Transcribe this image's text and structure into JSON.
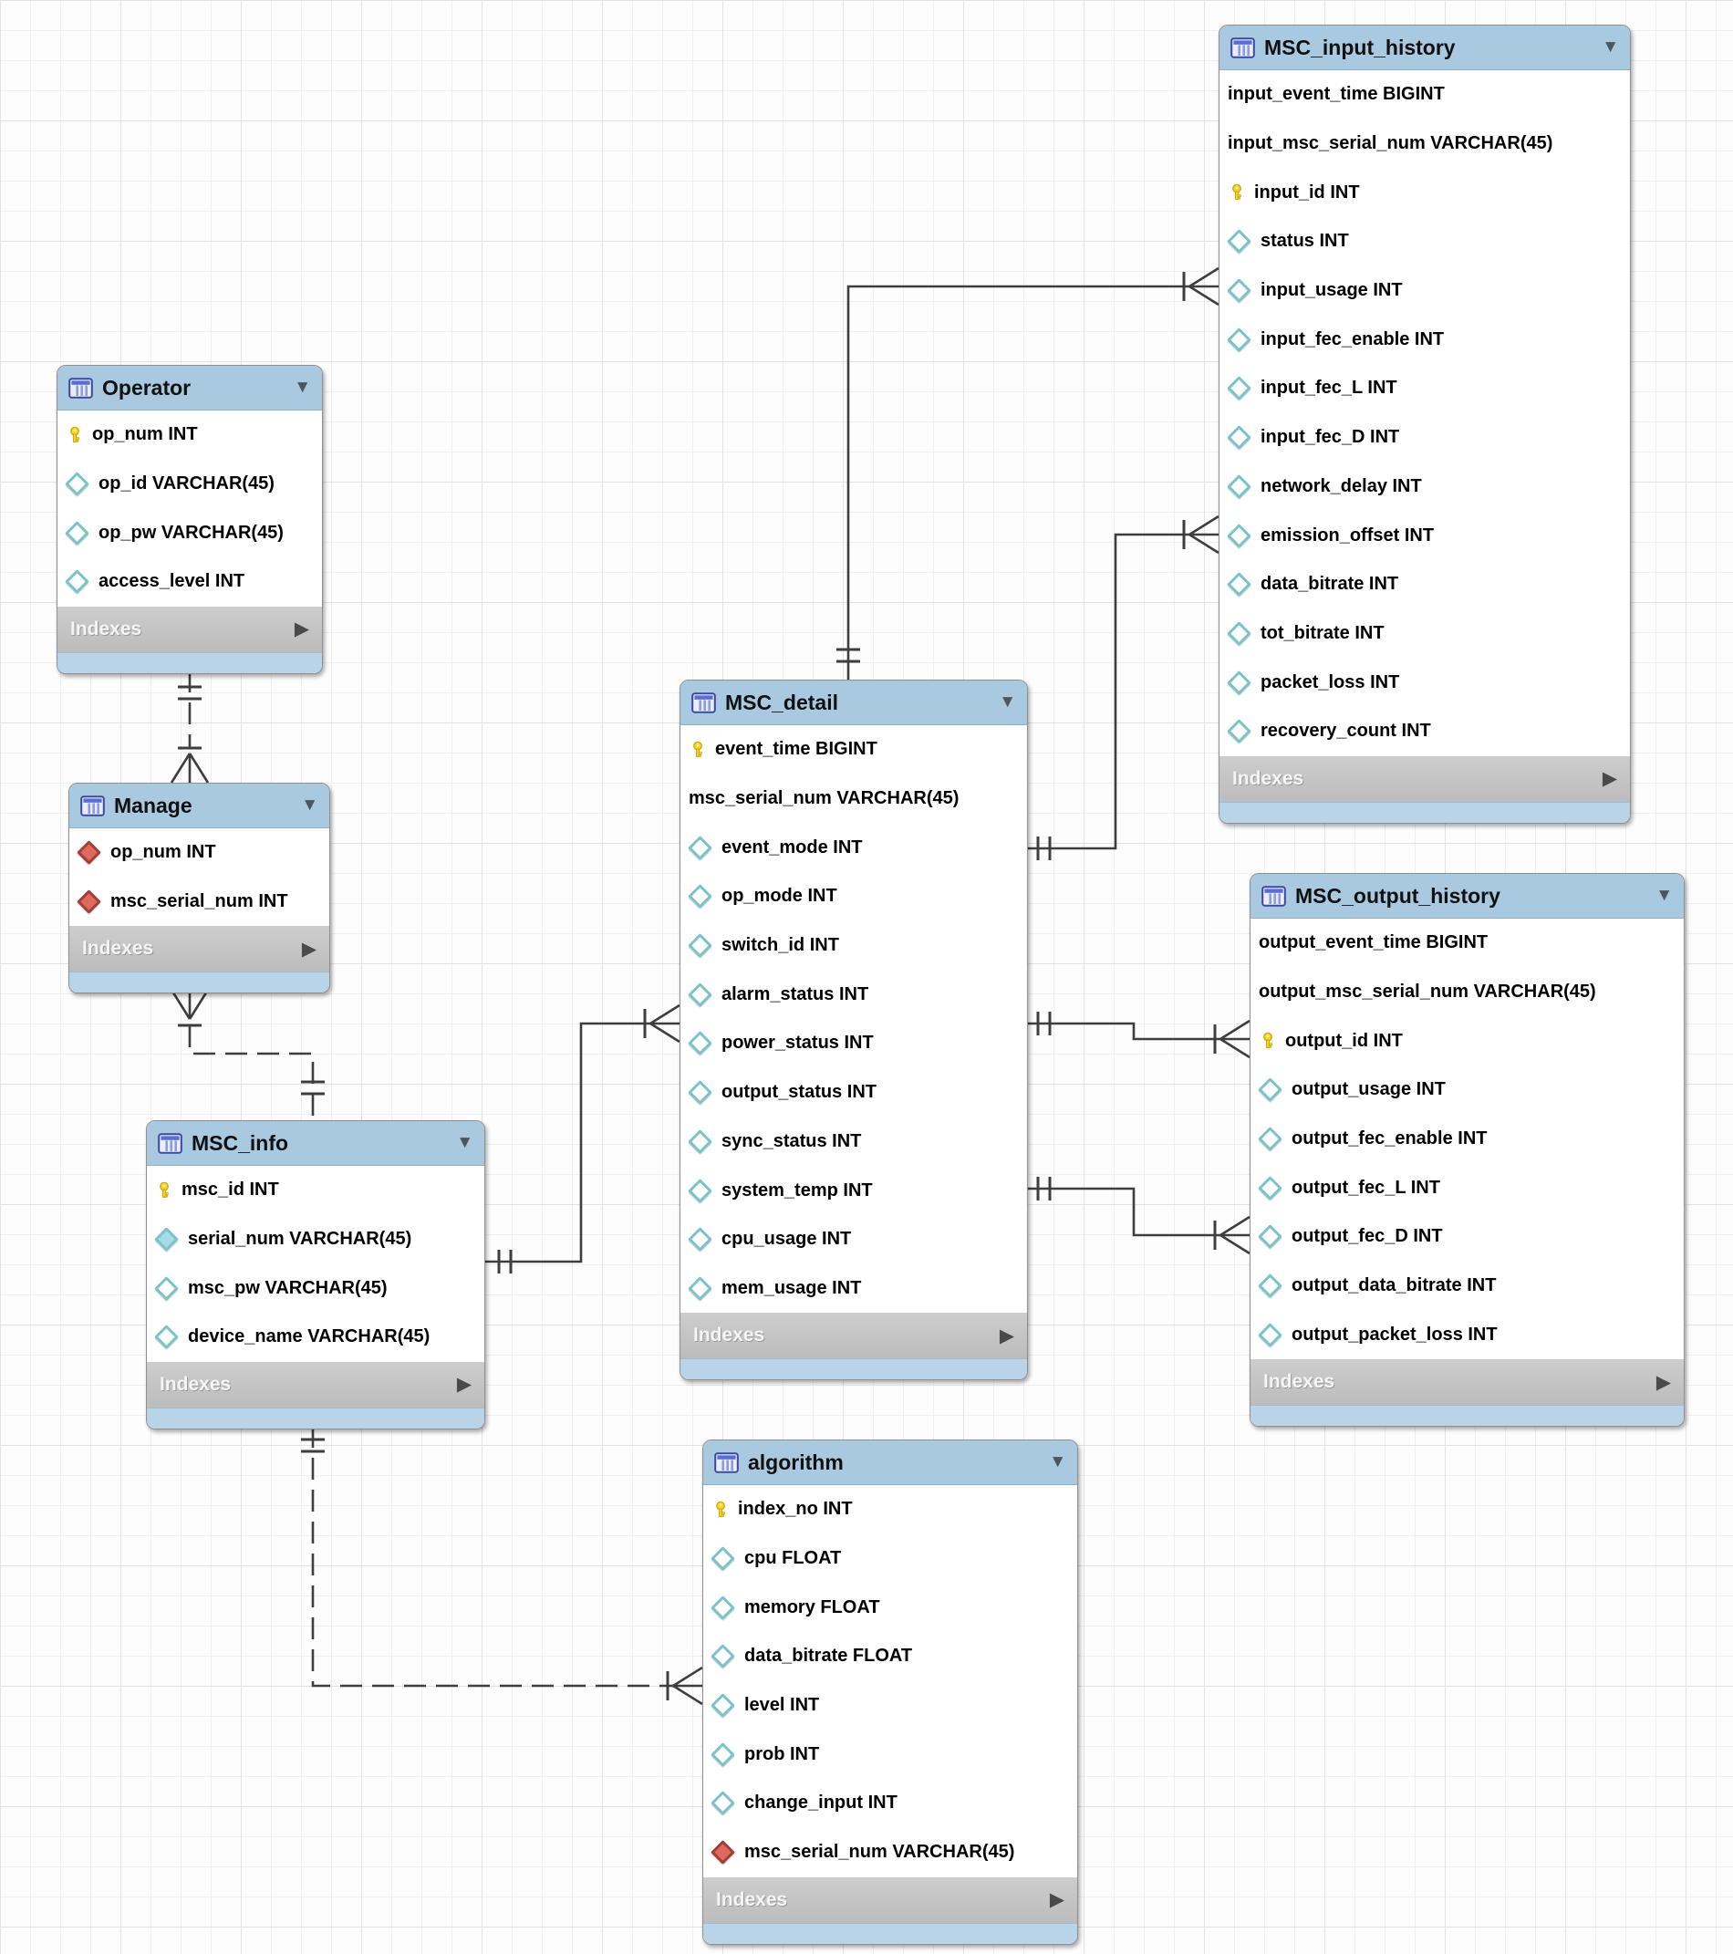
{
  "diagram": {
    "tables": [
      {
        "title": "Operator",
        "footer": "Indexes",
        "columns": [
          {
            "icon": "key",
            "name": "op_num",
            "type": "INT"
          },
          {
            "icon": "diamond",
            "name": "op_id",
            "type": "VARCHAR(45)"
          },
          {
            "icon": "diamond",
            "name": "op_pw",
            "type": "VARCHAR(45)"
          },
          {
            "icon": "diamond",
            "name": "access_level",
            "type": "INT"
          }
        ]
      },
      {
        "title": "Manage",
        "footer": "Indexes",
        "columns": [
          {
            "icon": "diamond-red",
            "name": "op_num",
            "type": "INT"
          },
          {
            "icon": "diamond-red",
            "name": "msc_serial_num",
            "type": "INT"
          }
        ]
      },
      {
        "title": "MSC_info",
        "footer": "Indexes",
        "columns": [
          {
            "icon": "key",
            "name": "msc_id",
            "type": "INT"
          },
          {
            "icon": "diamond-filled",
            "name": "serial_num",
            "type": "VARCHAR(45)"
          },
          {
            "icon": "diamond",
            "name": "msc_pw",
            "type": "VARCHAR(45)"
          },
          {
            "icon": "diamond",
            "name": "device_name",
            "type": "VARCHAR(45)"
          }
        ]
      },
      {
        "title": "MSC_detail",
        "footer": "Indexes",
        "columns": [
          {
            "icon": "key",
            "name": "event_time",
            "type": "BIGINT"
          },
          {
            "icon": "none",
            "name": "msc_serial_num",
            "type": "VARCHAR(45)"
          },
          {
            "icon": "diamond",
            "name": "event_mode",
            "type": "INT"
          },
          {
            "icon": "diamond",
            "name": "op_mode",
            "type": "INT"
          },
          {
            "icon": "diamond",
            "name": "switch_id",
            "type": "INT"
          },
          {
            "icon": "diamond",
            "name": "alarm_status",
            "type": "INT"
          },
          {
            "icon": "diamond",
            "name": "power_status",
            "type": "INT"
          },
          {
            "icon": "diamond",
            "name": "output_status",
            "type": "INT"
          },
          {
            "icon": "diamond",
            "name": "sync_status",
            "type": "INT"
          },
          {
            "icon": "diamond",
            "name": "system_temp",
            "type": "INT"
          },
          {
            "icon": "diamond",
            "name": "cpu_usage",
            "type": "INT"
          },
          {
            "icon": "diamond",
            "name": "mem_usage",
            "type": "INT"
          }
        ]
      },
      {
        "title": "MSC_input_history",
        "footer": "Indexes",
        "columns": [
          {
            "icon": "none",
            "name": "input_event_time",
            "type": "BIGINT"
          },
          {
            "icon": "none",
            "name": "input_msc_serial_num",
            "type": "VARCHAR(45)"
          },
          {
            "icon": "key",
            "name": "input_id",
            "type": "INT"
          },
          {
            "icon": "diamond",
            "name": "status",
            "type": "INT"
          },
          {
            "icon": "diamond",
            "name": "input_usage",
            "type": "INT"
          },
          {
            "icon": "diamond",
            "name": "input_fec_enable",
            "type": "INT"
          },
          {
            "icon": "diamond",
            "name": "input_fec_L",
            "type": "INT"
          },
          {
            "icon": "diamond",
            "name": "input_fec_D",
            "type": "INT"
          },
          {
            "icon": "diamond",
            "name": "network_delay",
            "type": "INT"
          },
          {
            "icon": "diamond",
            "name": "emission_offset",
            "type": "INT"
          },
          {
            "icon": "diamond",
            "name": "data_bitrate",
            "type": "INT"
          },
          {
            "icon": "diamond",
            "name": "tot_bitrate",
            "type": "INT"
          },
          {
            "icon": "diamond",
            "name": "packet_loss",
            "type": "INT"
          },
          {
            "icon": "diamond",
            "name": "recovery_count",
            "type": "INT"
          }
        ]
      },
      {
        "title": "MSC_output_history",
        "footer": "Indexes",
        "columns": [
          {
            "icon": "none",
            "name": "output_event_time",
            "type": "BIGINT"
          },
          {
            "icon": "none",
            "name": "output_msc_serial_num",
            "type": "VARCHAR(45)"
          },
          {
            "icon": "key",
            "name": "output_id",
            "type": "INT"
          },
          {
            "icon": "diamond",
            "name": "output_usage",
            "type": "INT"
          },
          {
            "icon": "diamond",
            "name": "output_fec_enable",
            "type": "INT"
          },
          {
            "icon": "diamond",
            "name": "output_fec_L",
            "type": "INT"
          },
          {
            "icon": "diamond",
            "name": "output_fec_D",
            "type": "INT"
          },
          {
            "icon": "diamond",
            "name": "output_data_bitrate",
            "type": "INT"
          },
          {
            "icon": "diamond",
            "name": "output_packet_loss",
            "type": "INT"
          }
        ]
      },
      {
        "title": "algorithm",
        "footer": "Indexes",
        "columns": [
          {
            "icon": "key",
            "name": "index_no",
            "type": "INT"
          },
          {
            "icon": "diamond",
            "name": "cpu",
            "type": "FLOAT"
          },
          {
            "icon": "diamond",
            "name": "memory",
            "type": "FLOAT"
          },
          {
            "icon": "diamond",
            "name": "data_bitrate",
            "type": "FLOAT"
          },
          {
            "icon": "diamond",
            "name": "level",
            "type": "INT"
          },
          {
            "icon": "diamond",
            "name": "prob",
            "type": "INT"
          },
          {
            "icon": "diamond",
            "name": "change_input",
            "type": "INT"
          },
          {
            "icon": "diamond-red",
            "name": "msc_serial_num",
            "type": "VARCHAR(45)"
          }
        ]
      }
    ],
    "relationships": [
      {
        "from": "Operator",
        "to": "Manage",
        "from_cardinality": "one",
        "to_cardinality": "many",
        "style": "dashed"
      },
      {
        "from": "MSC_info",
        "to": "Manage",
        "from_cardinality": "one",
        "to_cardinality": "many",
        "style": "dashed"
      },
      {
        "from": "MSC_info",
        "to": "MSC_detail",
        "from_cardinality": "one",
        "to_cardinality": "many",
        "style": "solid"
      },
      {
        "from": "MSC_detail",
        "to": "MSC_input_history",
        "via": "input_usage",
        "from_cardinality": "one",
        "to_cardinality": "many",
        "style": "solid"
      },
      {
        "from": "MSC_detail",
        "to": "MSC_input_history",
        "via": "emission_offset",
        "from_cardinality": "one",
        "to_cardinality": "many",
        "style": "solid"
      },
      {
        "from": "MSC_detail",
        "to": "MSC_output_history",
        "via": "output_id",
        "from_cardinality": "one",
        "to_cardinality": "many",
        "style": "solid"
      },
      {
        "from": "MSC_detail",
        "to": "MSC_output_history",
        "via": "output_fec_D",
        "from_cardinality": "one",
        "to_cardinality": "many",
        "style": "solid"
      },
      {
        "from": "MSC_info",
        "to": "algorithm",
        "via": "level",
        "from_cardinality": "one",
        "to_cardinality": "many",
        "style": "dashed"
      }
    ],
    "colors": {
      "table_header": "#a9c9e1",
      "table_bottom_strip": "#b9d4e8",
      "indexes_bar": "#c4c4c4",
      "key_icon": "#f8d41f",
      "diamond_teal": "#7ac3c9",
      "diamond_red": "#e0685d",
      "relationship_line": "#3e3e3e"
    }
  }
}
